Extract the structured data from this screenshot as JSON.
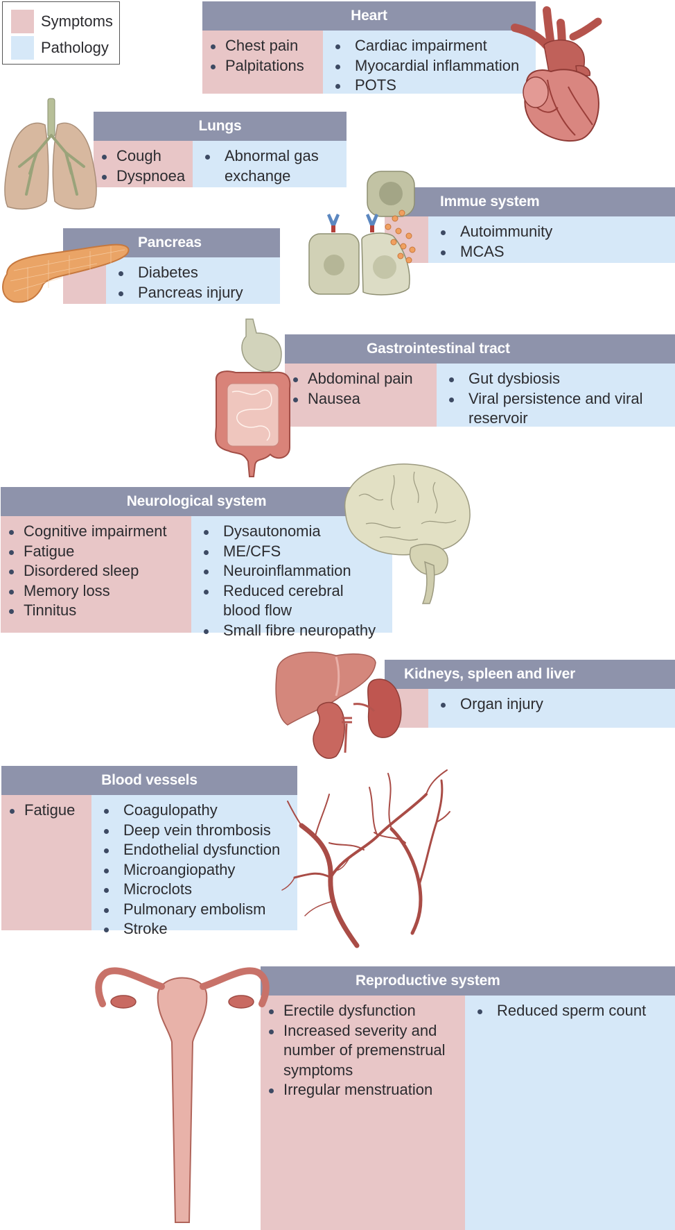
{
  "legend": {
    "items": [
      {
        "label": "Symptoms",
        "color": "#e8c6c7"
      },
      {
        "label": "Pathology",
        "color": "#d6e8f8"
      }
    ]
  },
  "colors": {
    "header": "#8e93ab",
    "symptoms": "#e8c6c7",
    "pathology": "#d6e8f8",
    "bullet": "#3d4a63"
  },
  "organs": {
    "heart": {
      "title": "Heart",
      "icon": "heart-icon",
      "symptoms": [
        "Chest pain",
        "Palpitations"
      ],
      "pathology": [
        "Cardiac impairment",
        "Myocardial inflammation",
        "POTS"
      ]
    },
    "lungs": {
      "title": "Lungs",
      "icon": "lungs-icon",
      "symptoms": [
        "Cough",
        "Dyspnoea"
      ],
      "pathology": [
        "Abnormal gas exchange"
      ]
    },
    "immune": {
      "title": "Immue system",
      "icon": "immune-cells-icon",
      "symptoms": [],
      "pathology": [
        "Autoimmunity",
        "MCAS"
      ]
    },
    "pancreas": {
      "title": "Pancreas",
      "icon": "pancreas-icon",
      "symptoms": [],
      "pathology": [
        "Diabetes",
        "Pancreas injury"
      ]
    },
    "gi": {
      "title": "Gastrointestinal tract",
      "icon": "digestive-tract-icon",
      "symptoms": [
        "Abdominal pain",
        "Nausea"
      ],
      "pathology": [
        "Gut dysbiosis",
        "Viral persistence and viral reservoir"
      ]
    },
    "neuro": {
      "title": "Neurological system",
      "icon": "brain-icon",
      "symptoms": [
        "Cognitive impairment",
        "Fatigue",
        "Disordered sleep",
        "Memory loss",
        "Tinnitus"
      ],
      "pathology": [
        "Dysautonomia",
        "ME/CFS",
        "Neuroinflammation",
        "Reduced cerebral blood flow",
        "Small fibre neuropathy"
      ]
    },
    "kidneys": {
      "title": "Kidneys, spleen and liver",
      "icon": "liver-kidney-spleen-icon",
      "symptoms": [],
      "pathology": [
        "Organ injury"
      ]
    },
    "blood": {
      "title": "Blood vessels",
      "icon": "blood-vessels-icon",
      "symptoms": [
        "Fatigue"
      ],
      "pathology": [
        "Coagulopathy",
        "Deep vein thrombosis",
        "Endothelial dysfunction",
        "Microangiopathy",
        "Microclots",
        "Pulmonary embolism",
        "Stroke"
      ]
    },
    "repro": {
      "title": "Reproductive system",
      "icon": "uterus-icon",
      "symptoms": [
        "Erectile dysfunction",
        "Increased severity and number of premenstrual symptoms",
        "Irregular menstruation"
      ],
      "pathology": [
        "Reduced sperm count"
      ]
    }
  }
}
